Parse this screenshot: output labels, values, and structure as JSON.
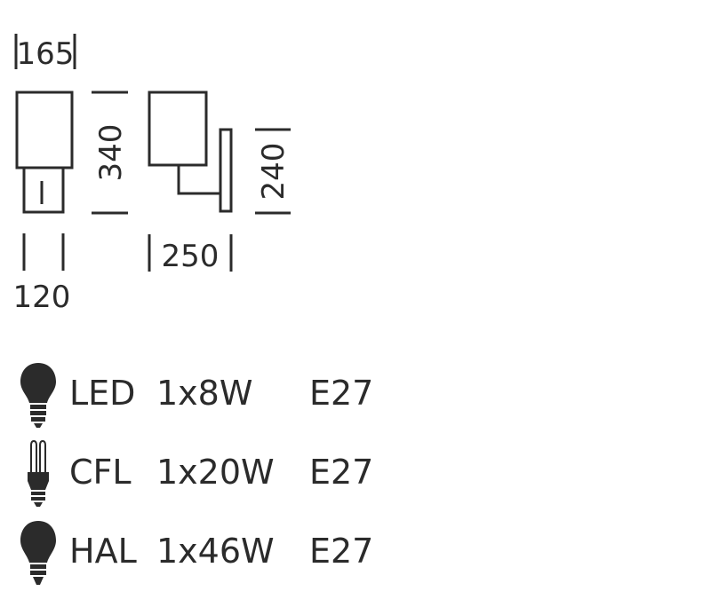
{
  "dimensions": {
    "top_width": "165",
    "height_total": "340",
    "base_width": "120",
    "projection": "250",
    "backplate_height": "240"
  },
  "specs": [
    {
      "icon": "led-bulb-icon",
      "type": "LED",
      "power": "1x8W",
      "base": "E27"
    },
    {
      "icon": "cfl-bulb-icon",
      "type": "CFL",
      "power": "1x20W",
      "base": "E27"
    },
    {
      "icon": "halogen-bulb-icon",
      "type": "HAL",
      "power": "1x46W",
      "base": "E27"
    }
  ],
  "colors": {
    "line": "#2b2b2b",
    "background": "#ffffff"
  }
}
